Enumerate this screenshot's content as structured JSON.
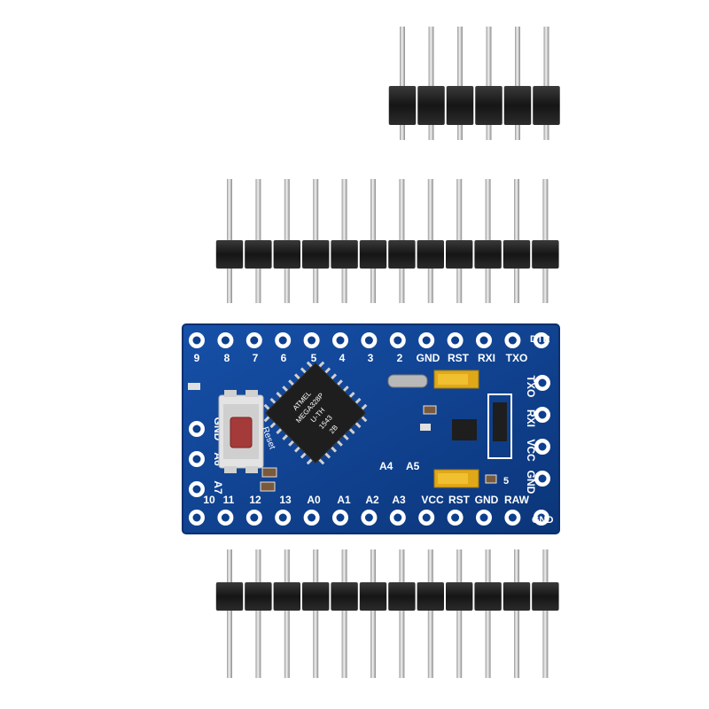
{
  "board": {
    "colors": {
      "pcb": "#0d3f8f",
      "pcb_edge": "#0a2f6e",
      "pad": "#ffffff",
      "header_plastic": "#1c1c1c",
      "pin_metal": "#cfcfcf",
      "chip": "#1e1e1e",
      "button_body": "#d9d9d9",
      "button_cap": "#a53a3a",
      "tantalum": "#e0a818",
      "crystal": "#b8b8b8"
    },
    "top_labels": [
      "9",
      "8",
      "7",
      "6",
      "5",
      "4",
      "3",
      "2",
      "GND",
      "RST",
      "RXI",
      "TXO"
    ],
    "bottom_labels": [
      "10",
      "11",
      "12",
      "13",
      "A0",
      "A1",
      "A2",
      "A3",
      "VCC",
      "RST",
      "GND",
      "RAW"
    ],
    "right_labels": [
      "TXO",
      "RXI",
      "VCC",
      "GND"
    ],
    "left_labels": [
      "GND",
      "A6",
      "A7"
    ],
    "dtr_label": "DTR",
    "gnd_label": "GND",
    "a4_label": "A4",
    "a5_label": "A5",
    "reset_label": "Reset",
    "cap_label": "5",
    "chip_text": [
      "ATMEL",
      "MEGA328P",
      "U-TH",
      "1543",
      "2B"
    ],
    "chip_icon": "microcontroller-icon"
  },
  "headers": {
    "top_pin_count": 6,
    "long_pin_count": 12
  }
}
